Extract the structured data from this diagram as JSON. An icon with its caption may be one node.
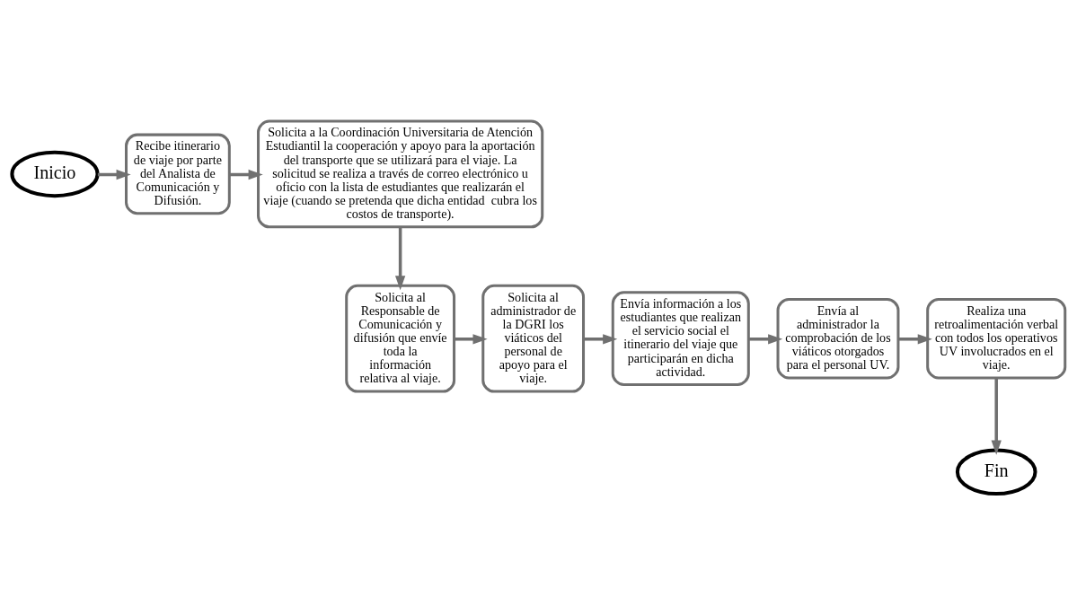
{
  "diagram": {
    "nodes": [
      {
        "text": [
          "Inicio"
        ]
      },
      {
        "text": [
          "Recibe itinerario de viaje por parte del Analista de Comunicación y Difusión."
        ]
      },
      {
        "text": [
          "Solicita a la Coordinación Universitaria de Atención Estudiantil la cooperación y apoyo para la aportación del transporte que se utilizará para el viaje. La solicitud se realiza a través de correo electrónico u oficio con la lista de estudiantes que realizarán el viaje (cuando se pretenda que dicha entidad  cubra los costos de transporte)."
        ]
      },
      {
        "text": [
          "Solicita al Responsable de Comunicación y difusión que envíe toda la información relativa al viaje."
        ]
      },
      {
        "text": [
          "Solicita al administrador de la DGRI los viáticos del personal de apoyo para el viaje."
        ]
      },
      {
        "text": [
          "Envía información a los estudiantes que realizan el servicio social el itinerario del viaje que participarán en dicha actividad."
        ]
      },
      {
        "text": [
          "Envía al administrador la comprobación de los viáticos otorgados para el personal UV."
        ]
      },
      {
        "text": [
          "Realiza una retroalimentación verbal con todos los operativos UV involucrados en el viaje."
        ]
      },
      {
        "text": [
          "Fin"
        ]
      }
    ],
    "edges": [
      {
        "from": 0,
        "to": 1,
        "arrow": "to"
      },
      {
        "from": 1,
        "to": 2,
        "arrow": "to"
      },
      {
        "from": 2,
        "to": 3,
        "arrow": "to"
      },
      {
        "from": 3,
        "to": 4,
        "arrow": "to"
      },
      {
        "from": 4,
        "to": 5,
        "arrow": "to"
      },
      {
        "from": 5,
        "to": 6,
        "arrow": "to"
      },
      {
        "from": 6,
        "to": 7,
        "arrow": "to"
      },
      {
        "from": 7,
        "to": 8,
        "arrow": "to"
      }
    ]
  }
}
